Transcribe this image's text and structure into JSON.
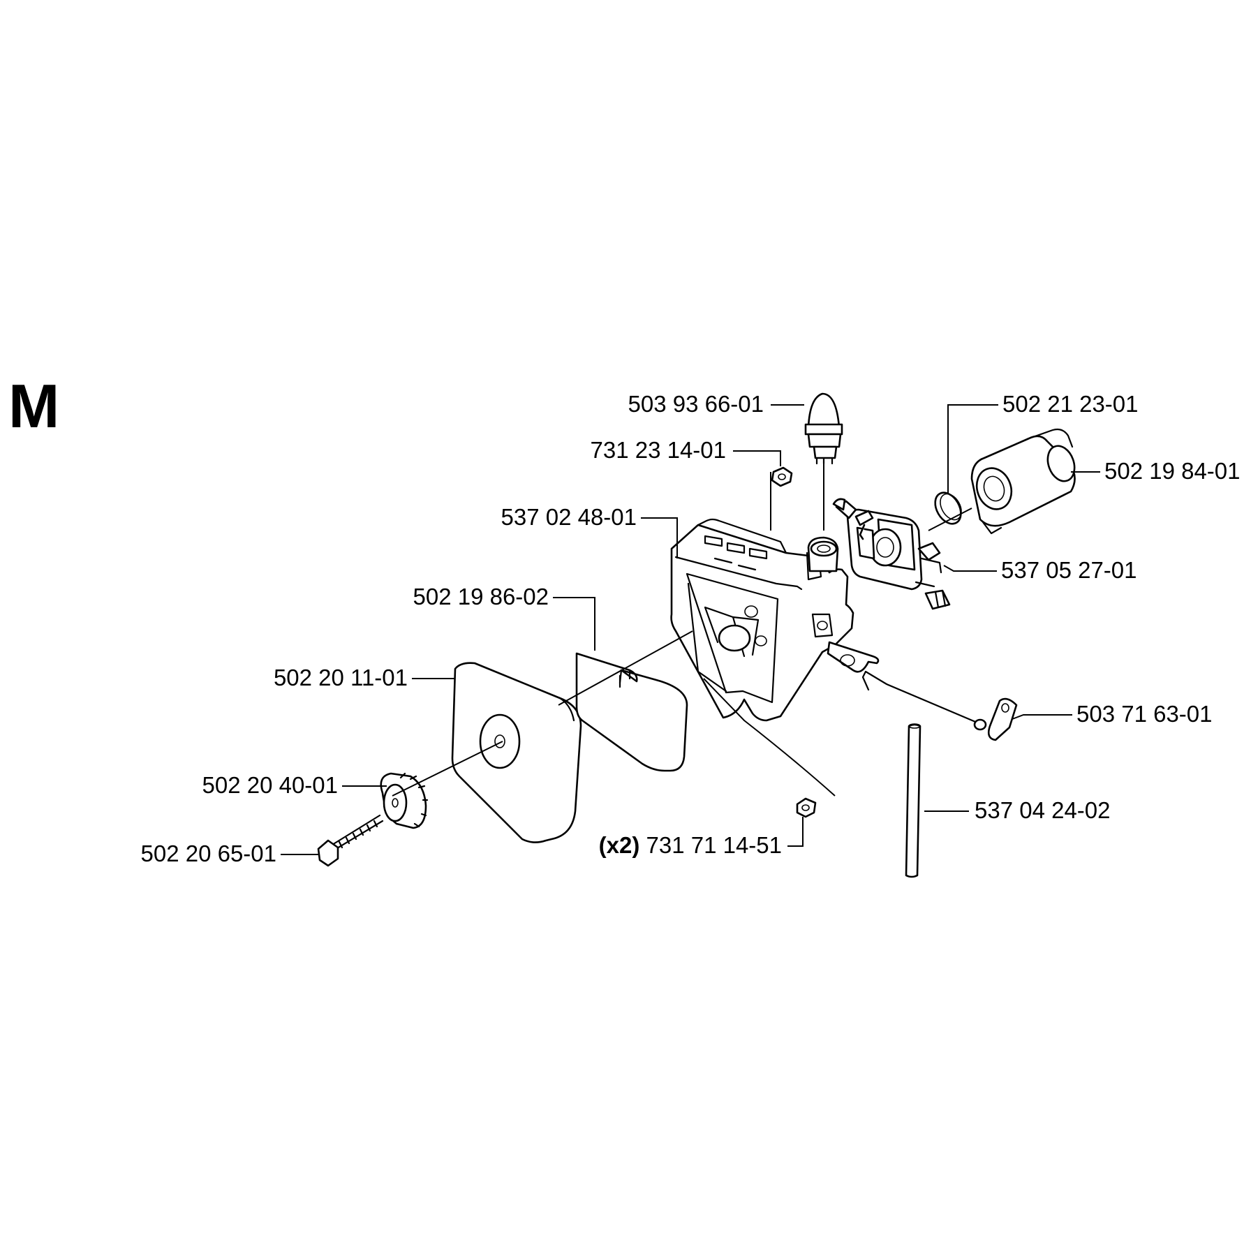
{
  "section": "M",
  "labels": {
    "primer_bulb": "503 93 66-01",
    "nut_top": "731 23 14-01",
    "air_filter_holder": "537 02 48-01",
    "filter_insert": "502 19 86-02",
    "filter_cover": "502 20 11-01",
    "knob": "502 20 40-01",
    "screw": "502 20 65-01",
    "nut_bottom_qty": "(x2)",
    "nut_bottom": "731 71 14-51",
    "clamp_ring": "502 21 23-01",
    "intake_manifold": "502 19 84-01",
    "carburetor": "537 05 27-01",
    "choke_rod": "503 71 63-01",
    "fuel_hose": "537 04 24-02"
  }
}
